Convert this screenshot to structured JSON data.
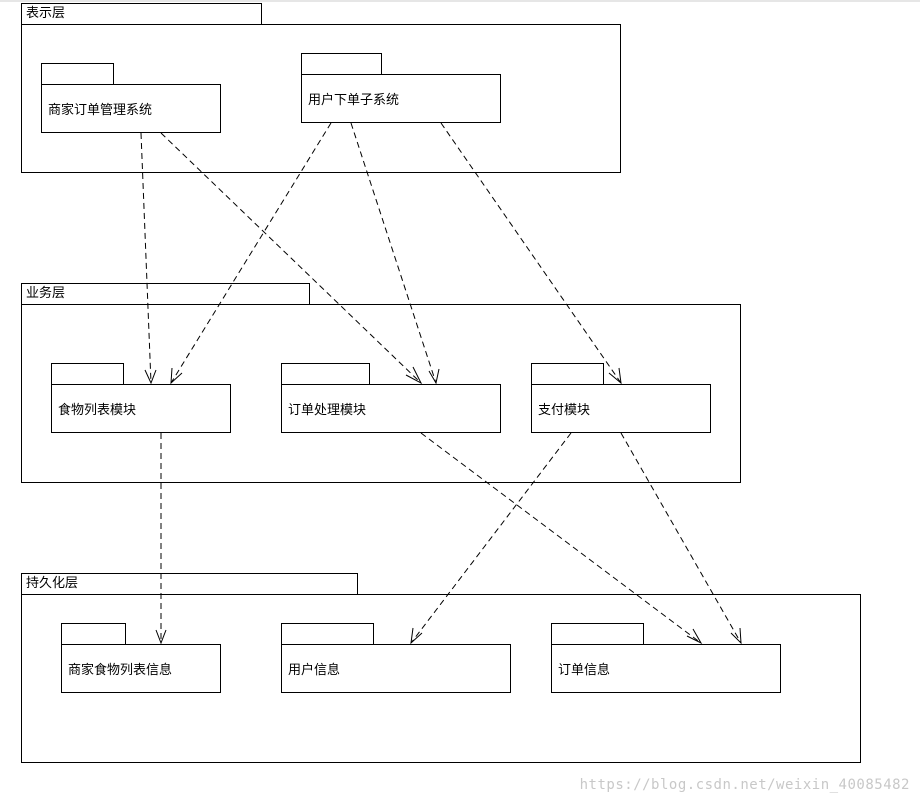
{
  "layers": {
    "presentation": "表示层",
    "business": "业务层",
    "persistence": "持久化层"
  },
  "packages": {
    "merchant_order_system": "商家订单管理系统",
    "user_order_system": "用户下单子系统",
    "food_list_module": "食物列表模块",
    "order_processing_module": "订单处理模块",
    "payment_module": "支付模块",
    "merchant_food_list_info": "商家食物列表信息",
    "user_info": "用户信息",
    "order_info": "订单信息"
  },
  "dependencies": [
    {
      "from": "商家订单管理系统",
      "to": "食物列表模块"
    },
    {
      "from": "商家订单管理系统",
      "to": "订单处理模块"
    },
    {
      "from": "用户下单子系统",
      "to": "食物列表模块"
    },
    {
      "from": "用户下单子系统",
      "to": "订单处理模块"
    },
    {
      "from": "用户下单子系统",
      "to": "支付模块"
    },
    {
      "from": "食物列表模块",
      "to": "商家食物列表信息"
    },
    {
      "from": "订单处理模块",
      "to": "订单信息"
    },
    {
      "from": "支付模块",
      "to": "用户信息"
    },
    {
      "from": "支付模块",
      "to": "订单信息"
    }
  ],
  "watermark": "https://blog.csdn.net/weixin_40085482"
}
